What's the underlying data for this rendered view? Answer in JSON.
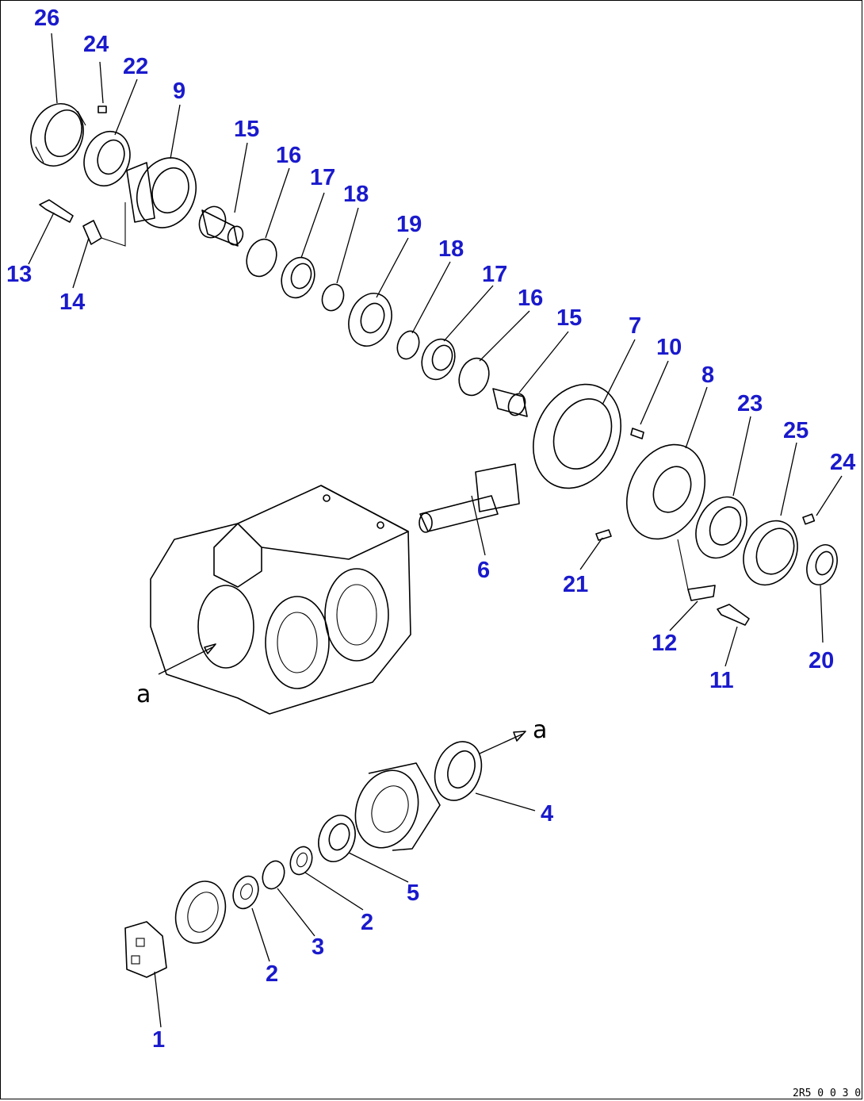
{
  "diagram": {
    "callouts": [
      {
        "id": "c26a",
        "label": "26"
      },
      {
        "id": "c24a",
        "label": "24"
      },
      {
        "id": "c22",
        "label": "22"
      },
      {
        "id": "c9",
        "label": "9"
      },
      {
        "id": "c13",
        "label": "13"
      },
      {
        "id": "c14",
        "label": "14"
      },
      {
        "id": "c15a",
        "label": "15"
      },
      {
        "id": "c16a",
        "label": "16"
      },
      {
        "id": "c17a",
        "label": "17"
      },
      {
        "id": "c18a",
        "label": "18"
      },
      {
        "id": "c19",
        "label": "19"
      },
      {
        "id": "c18b",
        "label": "18"
      },
      {
        "id": "c17b",
        "label": "17"
      },
      {
        "id": "c16b",
        "label": "16"
      },
      {
        "id": "c15b",
        "label": "15"
      },
      {
        "id": "c7",
        "label": "7"
      },
      {
        "id": "c10",
        "label": "10"
      },
      {
        "id": "c8",
        "label": "8"
      },
      {
        "id": "c23",
        "label": "23"
      },
      {
        "id": "c25",
        "label": "25"
      },
      {
        "id": "c24b",
        "label": "24"
      },
      {
        "id": "c6",
        "label": "6"
      },
      {
        "id": "c21",
        "label": "21"
      },
      {
        "id": "c12",
        "label": "12"
      },
      {
        "id": "c11",
        "label": "11"
      },
      {
        "id": "c20",
        "label": "20"
      },
      {
        "id": "c4",
        "label": "4"
      },
      {
        "id": "c5",
        "label": "5"
      },
      {
        "id": "c2a",
        "label": "2"
      },
      {
        "id": "c3",
        "label": "3"
      },
      {
        "id": "c2b",
        "label": "2"
      },
      {
        "id": "c1",
        "label": "1"
      }
    ],
    "reference_marks": [
      {
        "id": "ra1",
        "label": "a"
      },
      {
        "id": "ra2",
        "label": "a"
      }
    ],
    "drawing_code": "2R5 0 0 3 0"
  }
}
